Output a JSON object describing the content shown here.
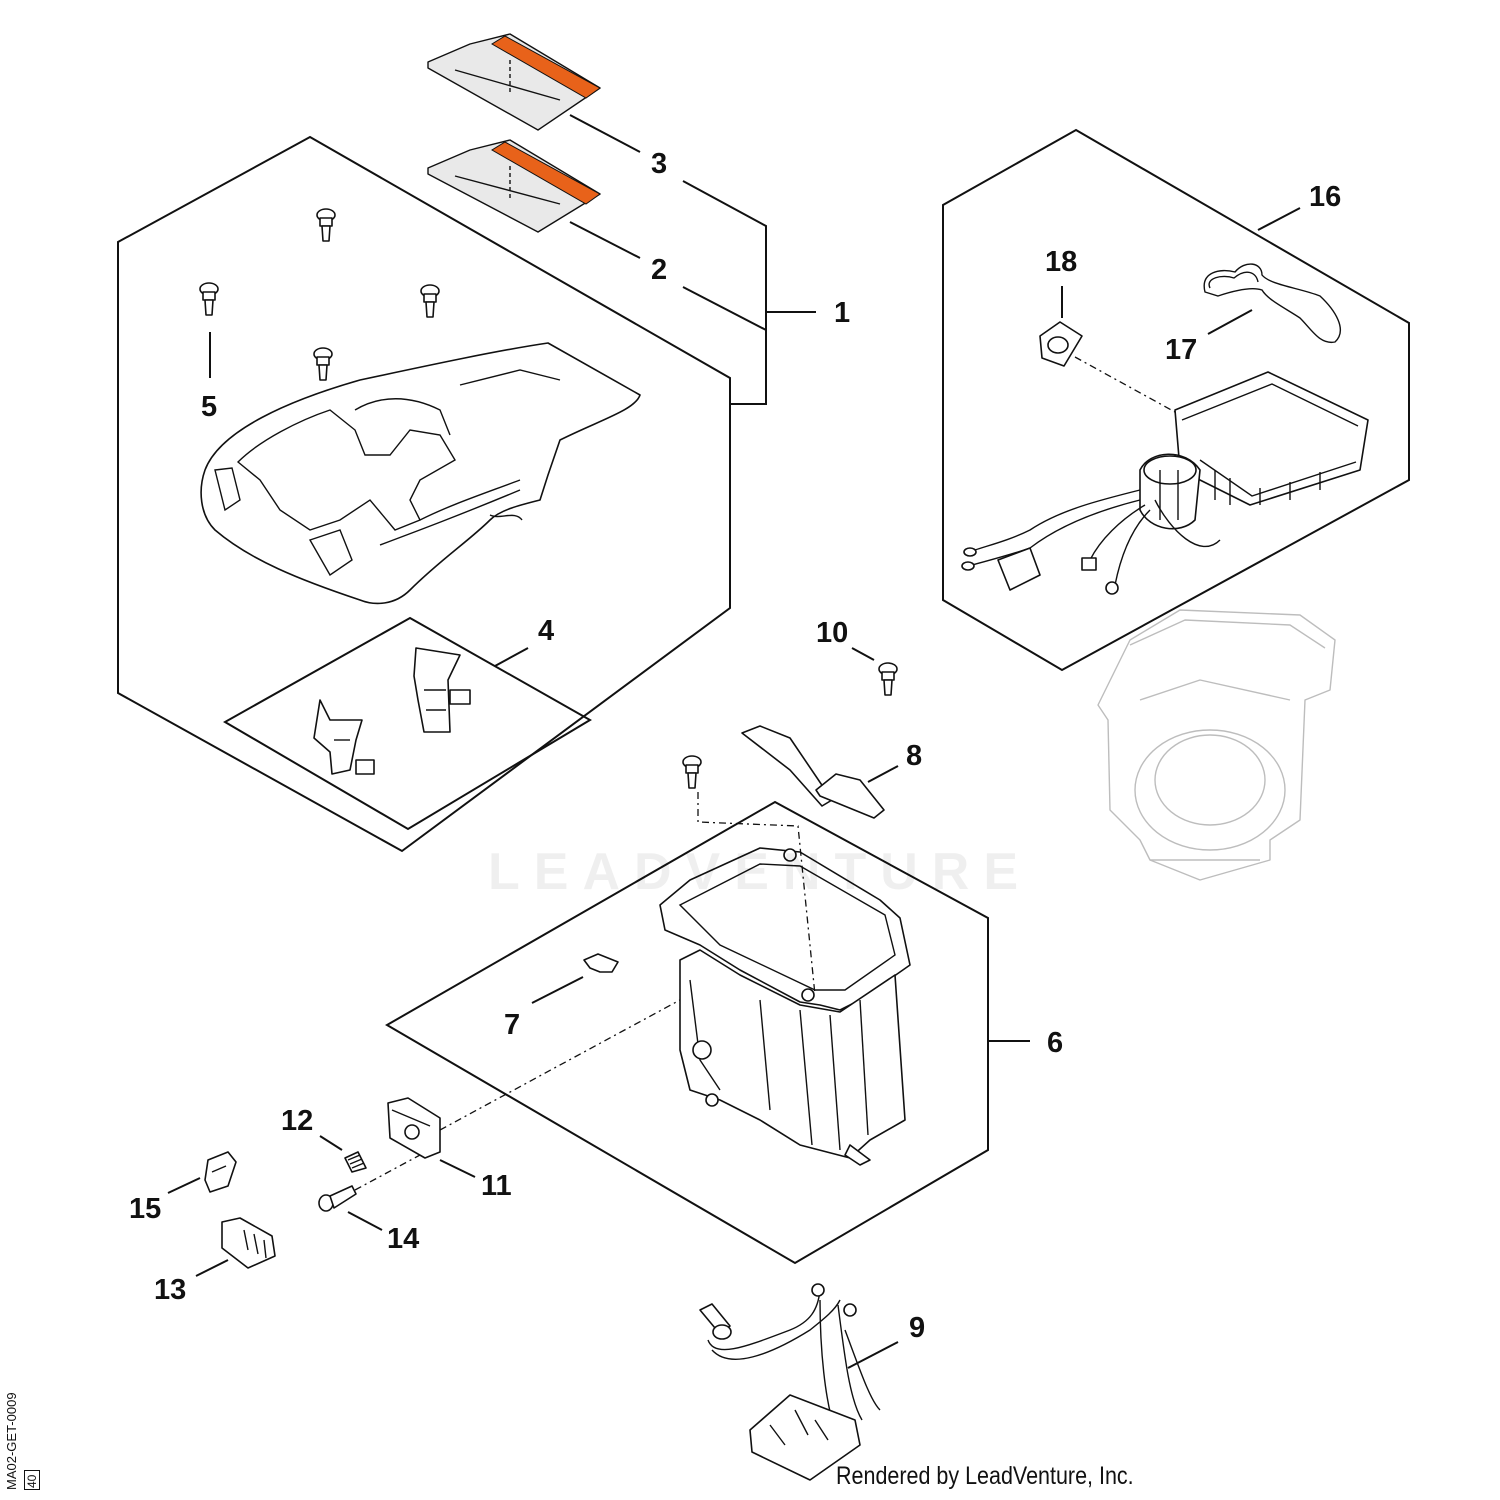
{
  "callouts": {
    "c1": "1",
    "c2": "2",
    "c3": "3",
    "c4": "4",
    "c5": "5",
    "c6": "6",
    "c7": "7",
    "c8": "8",
    "c9": "9",
    "c10": "10",
    "c11": "11",
    "c12": "12",
    "c13": "13",
    "c14": "14",
    "c15": "15",
    "c16": "16",
    "c17": "17",
    "c18": "18"
  },
  "footer": "Rendered by LeadVenture, Inc.",
  "drawing_code": "MA02-GET-0009",
  "drawing_box": "40",
  "watermark": "LEADVENTURE",
  "colors": {
    "line": "#111111",
    "label_orange": "#e8621a",
    "label_gray": "#a9a9a9",
    "ghost": "#bdbdbd"
  }
}
